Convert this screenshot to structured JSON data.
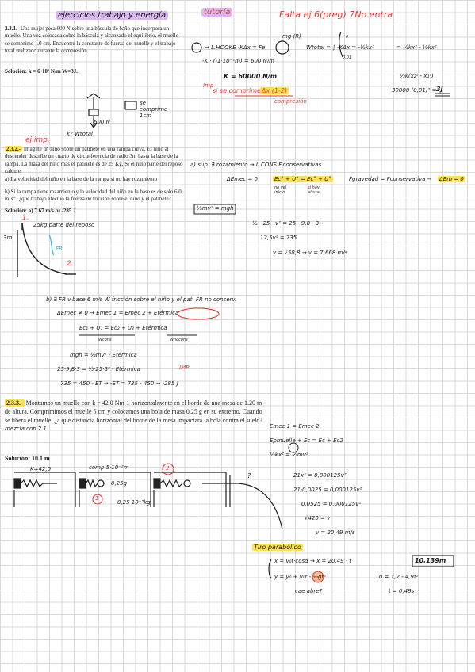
{
  "header": {
    "title": "ejercicios trabajo y energía",
    "tutoria": "tutoría",
    "missing": "Falta ej 6(preg) 7No entra"
  },
  "ex231": {
    "number": "2.3.1.-",
    "text": "Una mujer pesa 600 N sobre una báscula de baño que incorpora un muelle. Una vez colocada sobre la báscula y alcanzado el equilibrio, el muelle se comprime 1.0 cm. Encuentre la constante de fuerza del muelle y el trabajo total realizado durante la compresión.",
    "solution": "Solución: k = 6·10⁵ N/m W=3J.",
    "fig_force": "600 N",
    "fig_compress": "se comprime 1cm",
    "fig_question": "k? Wtotal",
    "work_hooke": "→ L.HOOKE  -KΔx = Fe",
    "work_mg": "mg (R)",
    "work_k1": "-K · (-1·10⁻²m) = 600 N/m",
    "work_k2": "K = 60000 N/m",
    "imp_label": "Imp",
    "imp_note": "si se comprime",
    "imp_dx": "Δx (1-2)",
    "imp_comp": "compresión",
    "wtotal": "Wtotal = ∫ -KΔx = -½kx²",
    "wtotal_lim_top": "0",
    "wtotal_lim_bottom": "0,01",
    "wtotal_tail": "= ½kx² - ½kx²",
    "wtotal2": "½k(x₂² - x₁²)",
    "wtotal3": "30000 (0,01)² =",
    "wtotal_result": "3J"
  },
  "ex232": {
    "tag": "ej imp.",
    "number": "2.3.2.-",
    "text": "Imagine un niño sobre un patinete en una rampa curva. El niño al descender describe un cuarto de circunferencia de radio 3m hasta la base de la rampa. La masa del niño más el patinete es de 25 Kg. Si el niño parte del reposo calcule:",
    "qa": "a) La velocidad del niño en la base de la rampa si no hay rozamiento",
    "qb": "b) Si la rampa tiene rozamiento y la velocidad del niño en la base es de solo 6.0 m·s⁻¹ ¿qué trabajo efectuó la fuerza de fricción sobre el niño y el patinete?",
    "solution": "Solución: a) 7.67 m/s b) -285 J",
    "fig_radius": "3m",
    "fig_mass": "25kg  parte del reposo",
    "fig_fr": "FR",
    "fig_p1": "1.",
    "fig_p2": "2.",
    "a_head": "a) sup. ∄ rozamiento → L.CONS  F.conservativas",
    "a_emec": "ΔEmec = 0",
    "a_eq": "Ec° + U° = Ec° + U°",
    "a_note1": "no vel inicio",
    "a_note2": "si hay altura",
    "a_fgrav": "Fgravedad = Fconservativa →",
    "a_dem": "ΔEm = 0",
    "a_formula": "½mv² = mgh",
    "a_step1": "½ · 25 · v² = 25 · 9,8 · 3",
    "a_step2": "12,5v² = 735",
    "a_step3": "v = √58,8  → v = 7,668 m/s",
    "b_head": "b) ∃ FR  v.base 6 m/s   W fricción sobre el niño y el pat.   FR no conserv.",
    "b_emec": "ΔEmec ≠ 0  →  Emec 1 = Emec 2 + Etérmica",
    "b_eq": "Ec₁ + U₁ = Ec₂ + U₂ + Etérmica",
    "b_wcons": "Wcons",
    "b_wnocons": "Wnocons",
    "b_l1": "mgh = ½mv² - Etérmica",
    "b_l2": "25·9,8·3 = ½·25·6² - Etérmica",
    "b_imp": "IMP",
    "b_l3": "735 = 450 - ET  →  -ET = 735 - 450  → -285 J"
  },
  "ex233": {
    "number": "2.3.3.-",
    "text": "Montamos un muelle con k = 42.0 Nm-1 horizontalmente en el borde de una mesa de 1.20 m de altura. Comprimimos el muelle 5 cm y colocamos una bola de masa 0.25 g en su extremo. Cuando se libera el muelle, ¿a qué distancia horizontal del borde de la mesa impactará la bola contra el suelo?",
    "note": "mezcla con",
    "note_ref": "2.1",
    "solution": "Solución: 10.1 m",
    "fig_k": "K=42,0",
    "fig_comp": "comp 5·10⁻²m",
    "fig_mass": "0,25g",
    "fig_mass2": "0,25·10⁻³kg",
    "fig_q": "?",
    "fig_c1": "1",
    "fig_c2": "2",
    "e1": "Emec 1 = Emec 2",
    "e2": "Epmuelle + Ec = Ec + Ec2",
    "e3": "½kx² = ½mv²",
    "e4": "21x² = 0,000125v²",
    "e5": "21·0,0025 = 0,000125v²",
    "e6": "0,0525 = 0,000125v²",
    "e7": "√420 = v",
    "e8": "v = 20,49 m/s",
    "tiro": "Tiro parabólico",
    "p1": "x = v₀t·cosα → x = 20,49 · t",
    "p1_result": "10,139m",
    "p2": "y = y₀ + v₀t - ½gt²",
    "p2b": "0 = 1,2 - 4,9t²",
    "p3": "cae abre?",
    "p4": "t = 0,49s"
  }
}
